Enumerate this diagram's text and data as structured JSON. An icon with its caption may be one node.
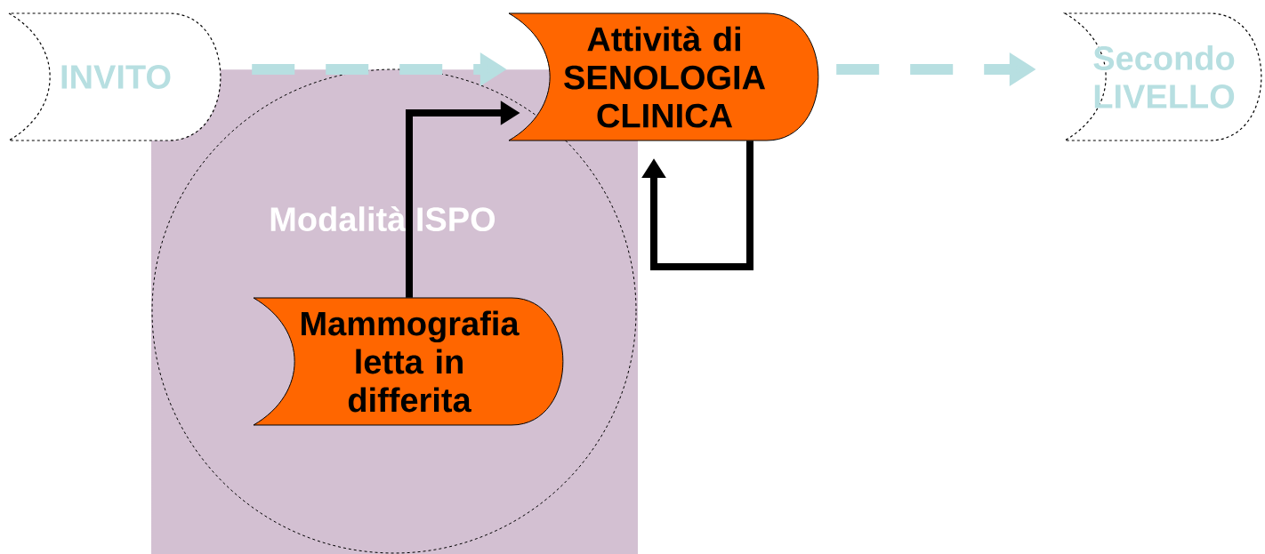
{
  "diagram": {
    "nodes": [
      {
        "text": [
          "INVITO"
        ]
      },
      {
        "text": [
          "Attività di SENOLOGIA CLINICA"
        ]
      },
      {
        "text": [
          "Secondo LIVELLO"
        ]
      },
      {
        "text": [
          "Modalità ISPO"
        ]
      },
      {
        "text": [
          "Mammografia letta in differita"
        ],
        "in": 3
      }
    ],
    "edges": [
      {
        "from": 0,
        "to": 1,
        "arrow": "to",
        "style": "dashed",
        "color": "#b7dfe1"
      },
      {
        "from": 1,
        "to": 2,
        "arrow": "to",
        "style": "dashed",
        "color": "#b7dfe1"
      },
      {
        "from": 4,
        "to": 1,
        "arrow": "to",
        "color": "#000000"
      },
      {
        "from": 1,
        "to": 1,
        "arrow": "to",
        "color": "#000000"
      }
    ]
  }
}
